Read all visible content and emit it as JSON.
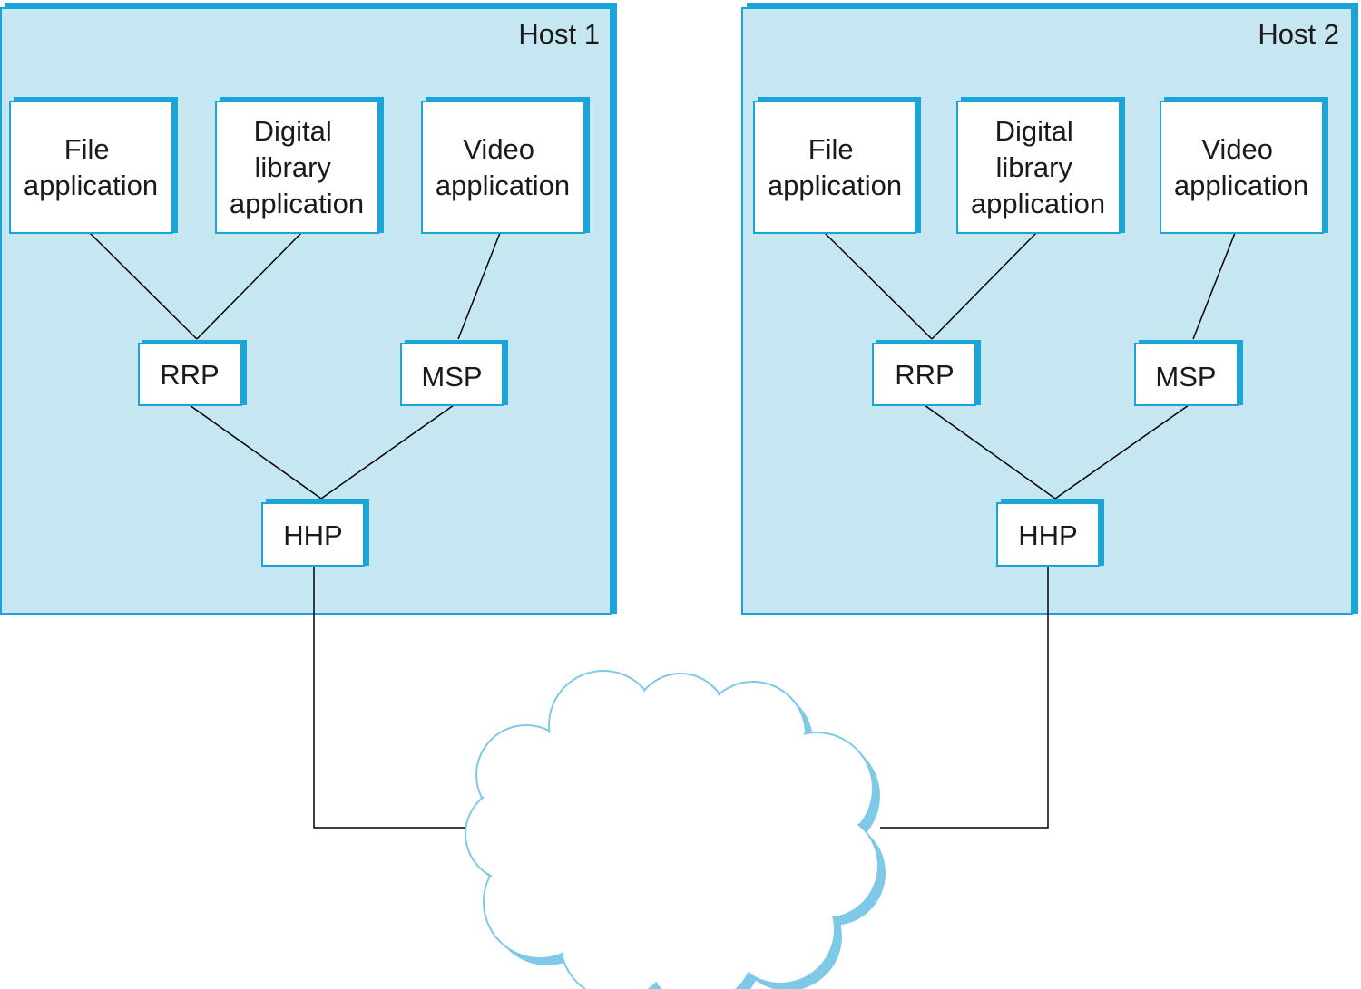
{
  "hosts": [
    {
      "title": "Host 1",
      "boxes": {
        "file": [
          "File",
          "application"
        ],
        "digital": [
          "Digital",
          "library",
          "application"
        ],
        "video": [
          "Video",
          "application"
        ],
        "rrp": [
          "RRP"
        ],
        "msp": [
          "MSP"
        ],
        "hhp": [
          "HHP"
        ]
      }
    },
    {
      "title": "Host 2",
      "boxes": {
        "file": [
          "File",
          "application"
        ],
        "digital": [
          "Digital",
          "library",
          "application"
        ],
        "video": [
          "Video",
          "application"
        ],
        "rrp": [
          "RRP"
        ],
        "msp": [
          "MSP"
        ],
        "hhp": [
          "HHP"
        ]
      }
    }
  ],
  "colors": {
    "host_fill": "#c6e6f2",
    "accent": "#1aa5d8",
    "cloud_outline": "#7ec8e8",
    "box_fill": "#ffffff",
    "line": "#000000"
  }
}
